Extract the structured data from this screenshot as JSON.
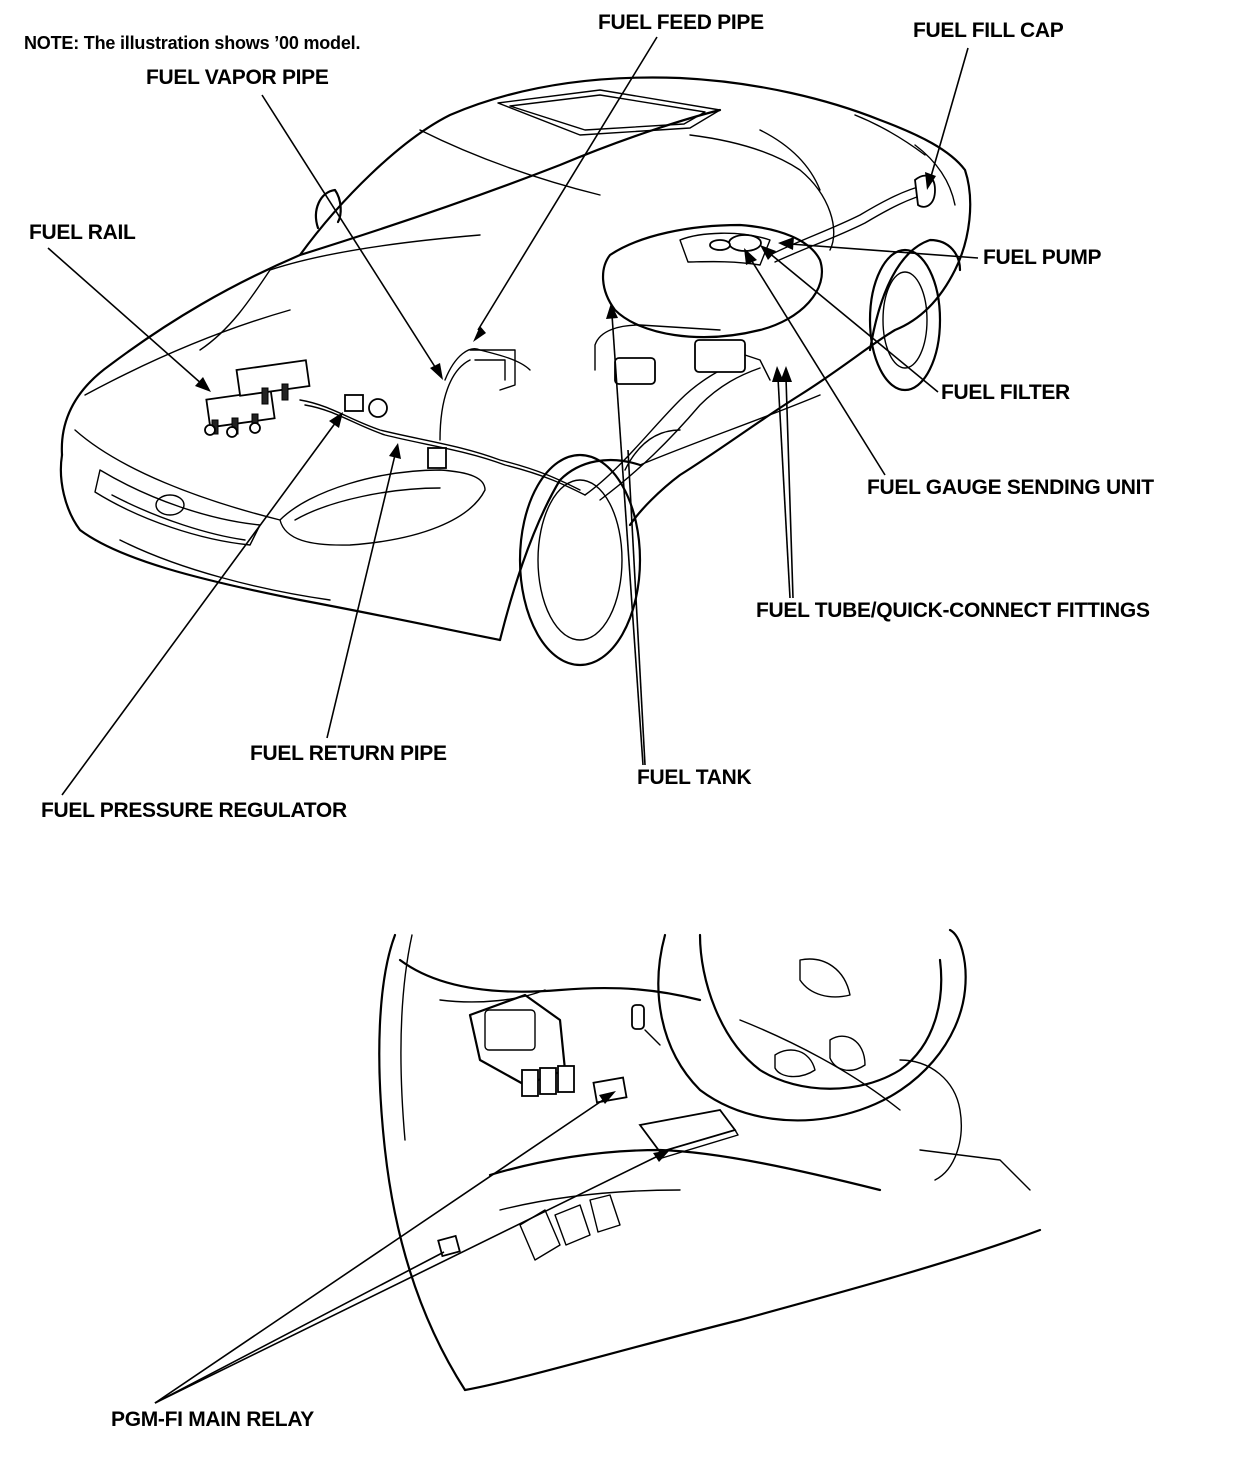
{
  "note": "NOTE: The illustration shows ’00 model.",
  "labels": {
    "fuel_feed_pipe": "FUEL FEED PIPE",
    "fuel_fill_cap": "FUEL FILL CAP",
    "fuel_vapor_pipe": "FUEL VAPOR PIPE",
    "fuel_rail": "FUEL RAIL",
    "fuel_pump": "FUEL PUMP",
    "fuel_filter": "FUEL FILTER",
    "fuel_gauge_sending_unit": "FUEL GAUGE SENDING UNIT",
    "fuel_tube_quick_connect": "FUEL TUBE/QUICK-CONNECT FITTINGS",
    "fuel_return_pipe": "FUEL RETURN PIPE",
    "fuel_tank": "FUEL TANK",
    "fuel_pressure_regulator": "FUEL PRESSURE REGULATOR",
    "pgm_fi_main_relay": "PGM-FI MAIN RELAY"
  }
}
